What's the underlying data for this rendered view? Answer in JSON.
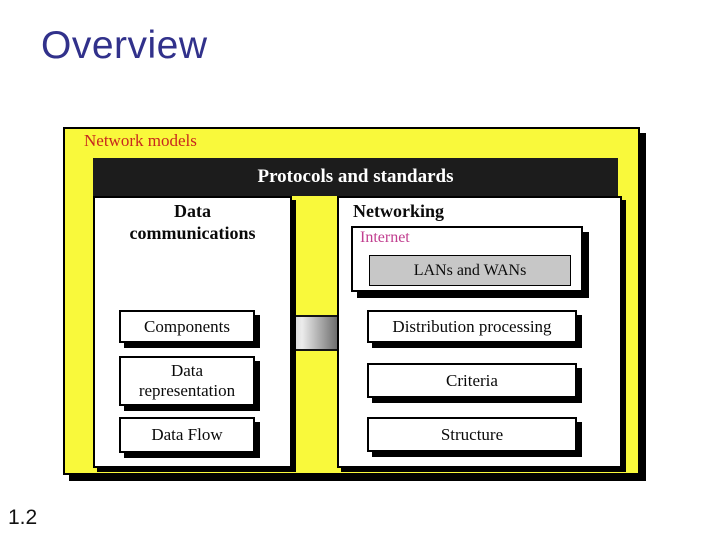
{
  "colors": {
    "title_blue": "#31318B",
    "diagram_yellow": "#F9F93B",
    "label_red": "#C8281E",
    "header_bar_black": "#1C1C1C",
    "internet_magenta": "#C13E8F",
    "gray_fill": "#C7C7C7",
    "shadow_black": "#000000"
  },
  "slide": {
    "title": "Overview",
    "page_number": "1.2"
  },
  "diagram": {
    "label": "Network models",
    "header_bar": "Protocols and standards",
    "left_panel": {
      "title": "Data communications",
      "boxes": [
        "Components",
        "Data representation",
        "Data Flow"
      ]
    },
    "right_panel": {
      "title": "Networking",
      "internet_box": {
        "label": "Internet",
        "inner_label": "LANs and WANs"
      },
      "boxes": [
        "Distribution processing",
        "Criteria",
        "Structure"
      ]
    }
  }
}
